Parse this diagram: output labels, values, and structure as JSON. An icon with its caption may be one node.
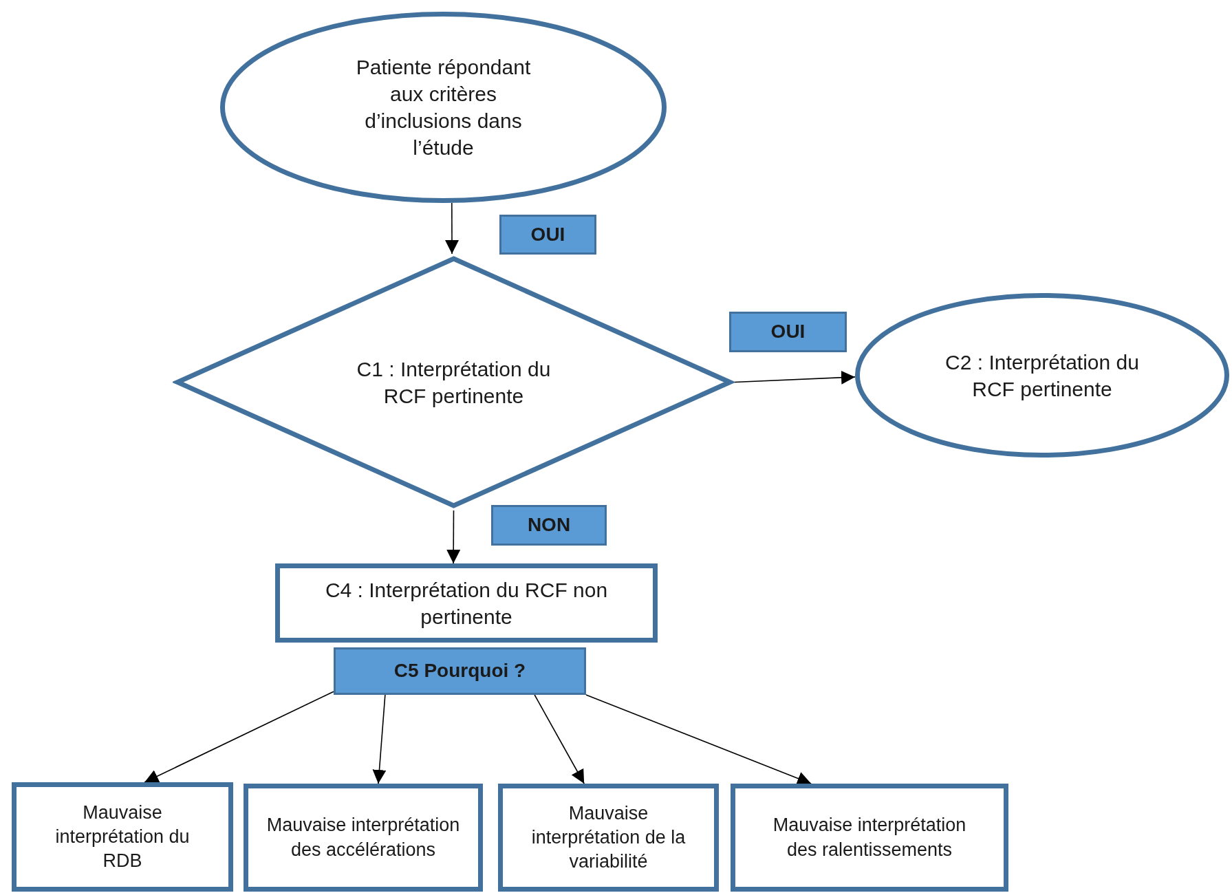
{
  "diagram": {
    "nodes": [
      {
        "text": [
          "Patiente répondant aux critères d’inclusions dans l’étude"
        ]
      },
      {
        "text": [
          "OUI"
        ]
      },
      {
        "text": [
          "C1 : Interprétation du RCF pertinente"
        ]
      },
      {
        "text": [
          "OUI"
        ]
      },
      {
        "text": [
          "C2 : Interprétation du RCF pertinente"
        ]
      },
      {
        "text": [
          "NON"
        ]
      },
      {
        "text": [
          "C4 : Interprétation du RCF non pertinente"
        ]
      },
      {
        "text": [
          "C5 Pourquoi ?"
        ]
      },
      {
        "text": [
          "Mauvaise interprétation du RDB"
        ]
      },
      {
        "text": [
          "Mauvaise interprétation des accélérations"
        ]
      },
      {
        "text": [
          "Mauvaise interprétation de la variabilité"
        ]
      },
      {
        "text": [
          "Mauvaise interprétation des ralentissements"
        ]
      }
    ],
    "edges": [
      {
        "from": 0,
        "to": 2,
        "arrow": "to"
      },
      {
        "from": 2,
        "to": 4,
        "arrow": "to"
      },
      {
        "from": 2,
        "to": 6,
        "arrow": "to"
      },
      {
        "from": 7,
        "to": 8,
        "arrow": "to"
      },
      {
        "from": 7,
        "to": 9,
        "arrow": "to"
      },
      {
        "from": 7,
        "to": 10,
        "arrow": "to"
      },
      {
        "from": 7,
        "to": 11,
        "arrow": "to"
      }
    ]
  }
}
